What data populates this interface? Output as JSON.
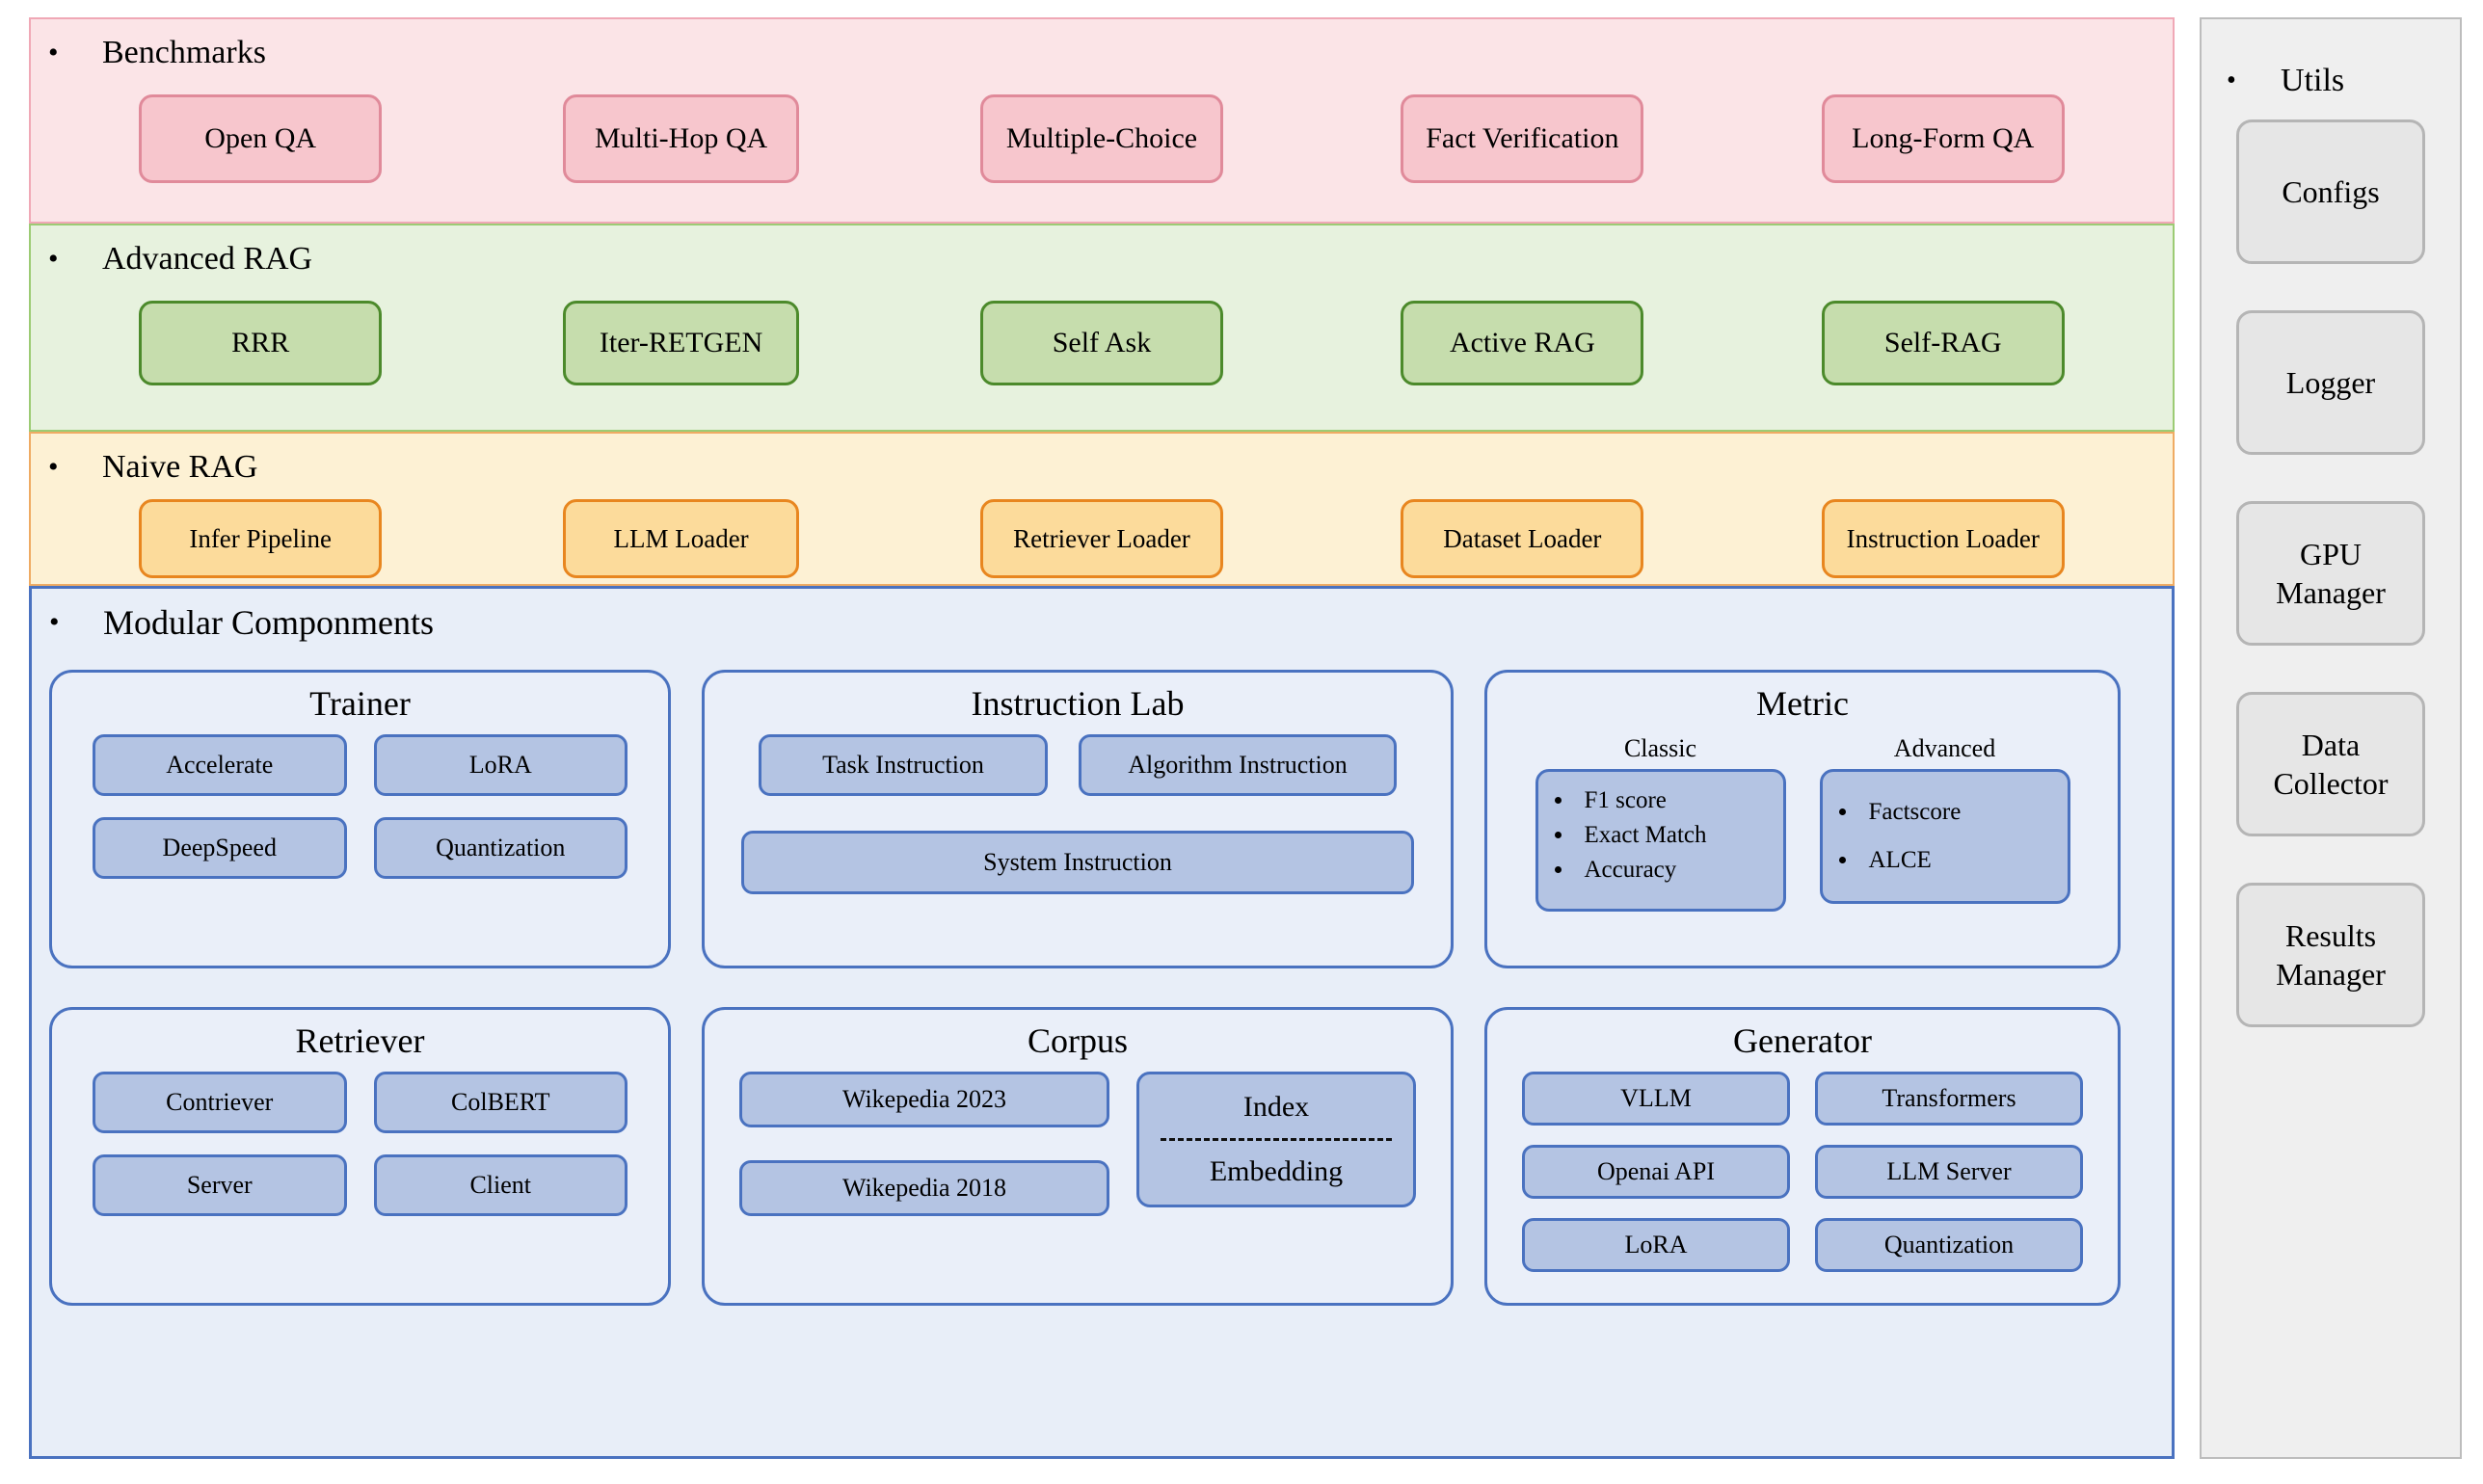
{
  "colors": {
    "benchmarks_bg": "#fbe4e7",
    "benchmarks_border": "#f0a8b6",
    "benchmarks_chip_bg": "#f7c6cd",
    "benchmarks_chip_border": "#e08a9a",
    "advanced_bg": "#e7f2de",
    "advanced_border": "#9ccb74",
    "advanced_chip_bg": "#c6ddad",
    "advanced_chip_border": "#4c8a2b",
    "naive_bg": "#fdf1d4",
    "naive_border": "#efab63",
    "naive_chip_bg": "#fcdb9b",
    "naive_chip_border": "#e8861f",
    "modular_bg": "#e8eef8",
    "modular_border": "#4a72c0",
    "panel_bg": "#eaeff9",
    "chip_bg": "#b4c4e3",
    "chip_border": "#4a72c0",
    "utils_bg": "#efefef",
    "utils_border": "#bdbdbd",
    "utils_chip_bg": "#e6e6e6",
    "utils_chip_border": "#b5b5b5"
  },
  "bullet_glyph": "•",
  "benchmarks": {
    "title": "Benchmarks",
    "items": [
      "Open QA",
      "Multi-Hop QA",
      "Multiple-Choice",
      "Fact Verification",
      "Long-Form QA"
    ]
  },
  "advanced_rag": {
    "title": "Advanced RAG",
    "items": [
      "RRR",
      "Iter-RETGEN",
      "Self Ask",
      "Active RAG",
      "Self-RAG"
    ]
  },
  "naive_rag": {
    "title": "Naive RAG",
    "items": [
      "Infer Pipeline",
      "LLM Loader",
      "Retriever Loader",
      "Dataset Loader",
      "Instruction Loader"
    ]
  },
  "modular": {
    "title": "Modular Componments",
    "trainer": {
      "title": "Trainer",
      "items": [
        "Accelerate",
        "LoRA",
        "DeepSpeed",
        "Quantization"
      ]
    },
    "instruction_lab": {
      "title": "Instruction Lab",
      "task": "Task Instruction",
      "algorithm": "Algorithm Instruction",
      "system": "System Instruction"
    },
    "metric": {
      "title": "Metric",
      "classic": {
        "label": "Classic",
        "items": [
          "F1 score",
          "Exact Match",
          "Accuracy"
        ]
      },
      "advanced": {
        "label": "Advanced",
        "items": [
          "Factscore",
          "ALCE"
        ]
      }
    },
    "retriever": {
      "title": "Retriever",
      "items": [
        "Contriever",
        "ColBERT",
        "Server",
        "Client"
      ]
    },
    "corpus": {
      "title": "Corpus",
      "items": [
        "Wikepedia 2023",
        "Wikepedia 2018"
      ],
      "index": {
        "top": "Index",
        "bottom": "Embedding"
      }
    },
    "generator": {
      "title": "Generator",
      "items": [
        "VLLM",
        "Transformers",
        "Openai API",
        "LLM Server",
        "LoRA",
        "Quantization"
      ]
    }
  },
  "utils": {
    "title": "Utils",
    "items": [
      "Configs",
      "Logger",
      "GPU\nManager",
      "Data\nCollector",
      "Results\nManager"
    ]
  }
}
